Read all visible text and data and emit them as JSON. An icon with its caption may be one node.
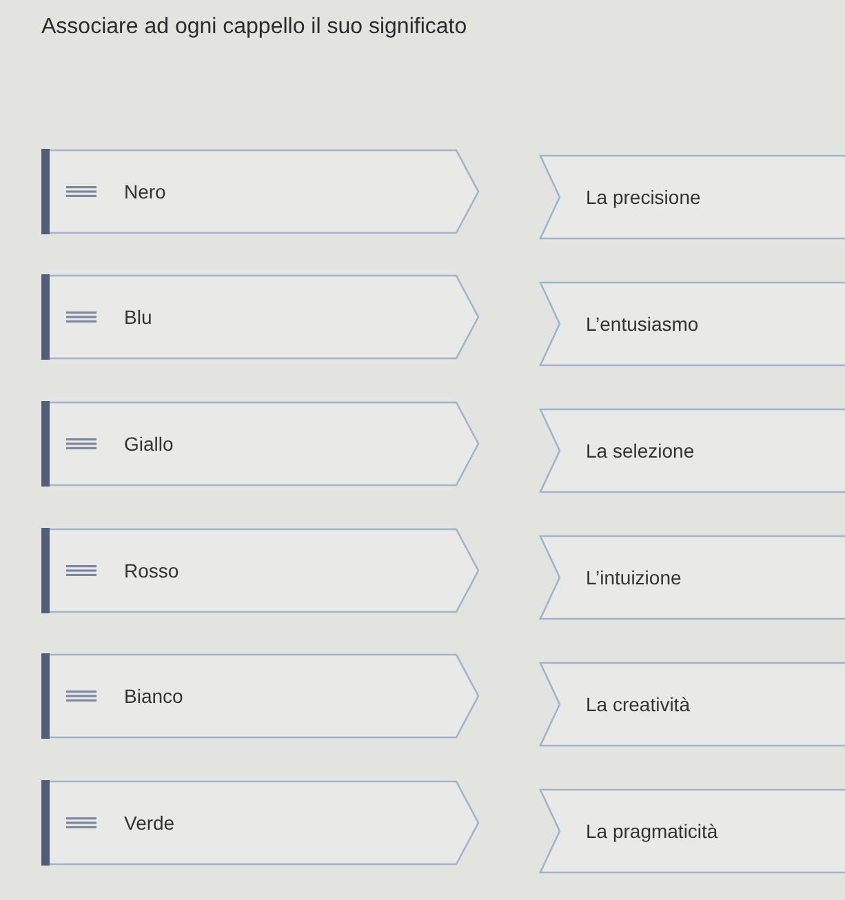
{
  "diagram": {
    "title": "Associare ad ogni cappello il suo significato",
    "nodes": [
      {
        "text": [
          "Nero"
        ]
      },
      {
        "text": [
          "La precisione"
        ]
      },
      {
        "text": [
          "Blu"
        ]
      },
      {
        "text": [
          "L’entusiasmo"
        ]
      },
      {
        "text": [
          "Giallo"
        ]
      },
      {
        "text": [
          "La selezione"
        ]
      },
      {
        "text": [
          "Rosso"
        ]
      },
      {
        "text": [
          "L’intuizione"
        ]
      },
      {
        "text": [
          "Bianco"
        ]
      },
      {
        "text": [
          "La creatività"
        ]
      },
      {
        "text": [
          "Verde"
        ]
      },
      {
        "text": [
          "La pragmaticità"
        ]
      }
    ]
  }
}
